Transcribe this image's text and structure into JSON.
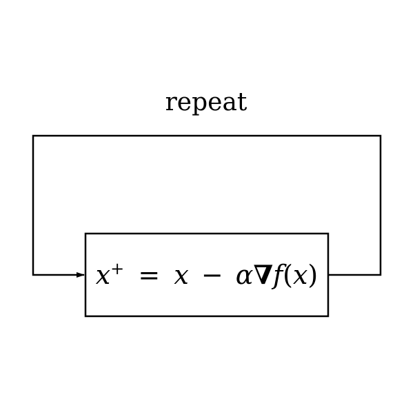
{
  "diagram": {
    "loop_label": "repeat",
    "update_rule": {
      "lhs_var": "x",
      "lhs_sup": "+",
      "equals": "=",
      "var_x": "x",
      "minus": "−",
      "alpha": "α",
      "nabla": "∇",
      "func": "f",
      "open_paren": "(",
      "arg": "x",
      "close_paren": ")"
    }
  },
  "colors": {
    "stroke": "#000000",
    "background": "#ffffff"
  }
}
